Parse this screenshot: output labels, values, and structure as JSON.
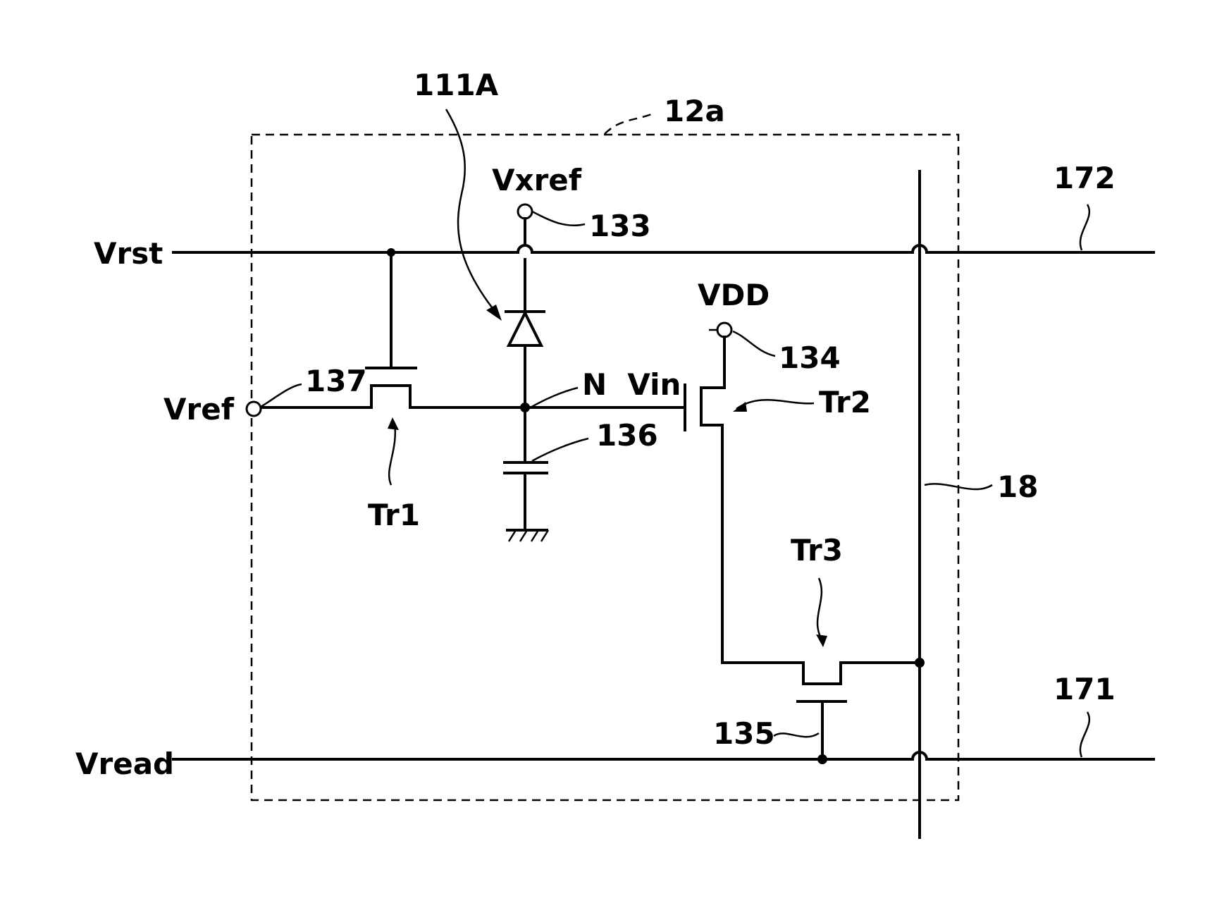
{
  "labels": {
    "photodiode_ref": "111A",
    "pixel_circuit": "12a",
    "vxref": "Vxref",
    "terminal_133": "133",
    "line_172": "172",
    "vrst": "Vrst",
    "vdd": "VDD",
    "terminal_134": "134",
    "terminal_137": "137",
    "node_n_vin": "N  Vin",
    "tr2": "Tr2",
    "vref": "Vref",
    "capacitor_136": "136",
    "line_18": "18",
    "tr1": "Tr1",
    "tr3": "Tr3",
    "line_171": "171",
    "gate_135": "135",
    "vread": "Vread"
  }
}
